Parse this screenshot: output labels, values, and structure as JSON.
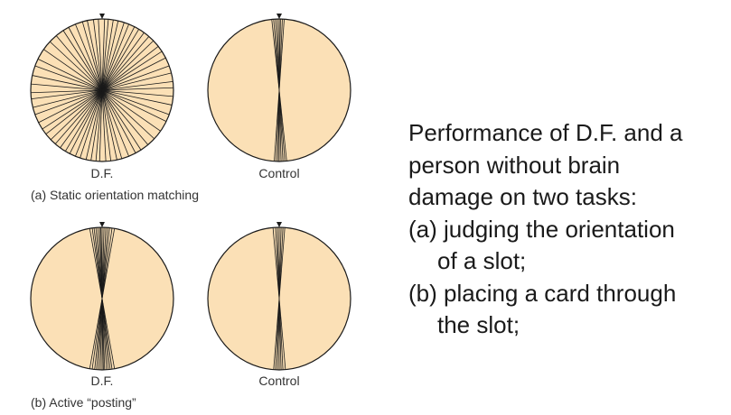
{
  "colors": {
    "disc_fill": "#fbe0b6",
    "disc_stroke": "#1a1a1a",
    "line": "#1a1a1a"
  },
  "panels": [
    {
      "id": "panel-a",
      "caption": "(a) Static orientation matching",
      "discs": [
        {
          "label": "D.F.",
          "angles_deg": [
            -78,
            -70,
            -64,
            -55,
            -47,
            -40,
            -33,
            -28,
            -22,
            -16,
            -12,
            -7,
            -3,
            2,
            5,
            9,
            13,
            18,
            22,
            27,
            31,
            36,
            41,
            46,
            52,
            57,
            63,
            70,
            76,
            83,
            88,
            95
          ]
        },
        {
          "label": "Control",
          "angles_deg": [
            -6,
            -4.5,
            -3,
            -1.5,
            0,
            1,
            2.5,
            4
          ]
        }
      ]
    },
    {
      "id": "panel-b",
      "caption": "(b) Active “posting”",
      "discs": [
        {
          "label": "D.F.",
          "angles_deg": [
            -10,
            -8,
            -6.5,
            -5,
            -3.5,
            -2,
            -1,
            0,
            1.5,
            3,
            4.5,
            6,
            8,
            10
          ]
        },
        {
          "label": "Control",
          "angles_deg": [
            -5,
            -3,
            -1.5,
            0,
            1.5,
            3,
            4.5
          ]
        }
      ]
    }
  ],
  "caption_text": {
    "lines": [
      "Performance of D.F. and a",
      "person without brain",
      "damage on two tasks:",
      "(a) judging the orientation",
      "of a slot;",
      "(b) placing a card through",
      "the slot;"
    ]
  }
}
